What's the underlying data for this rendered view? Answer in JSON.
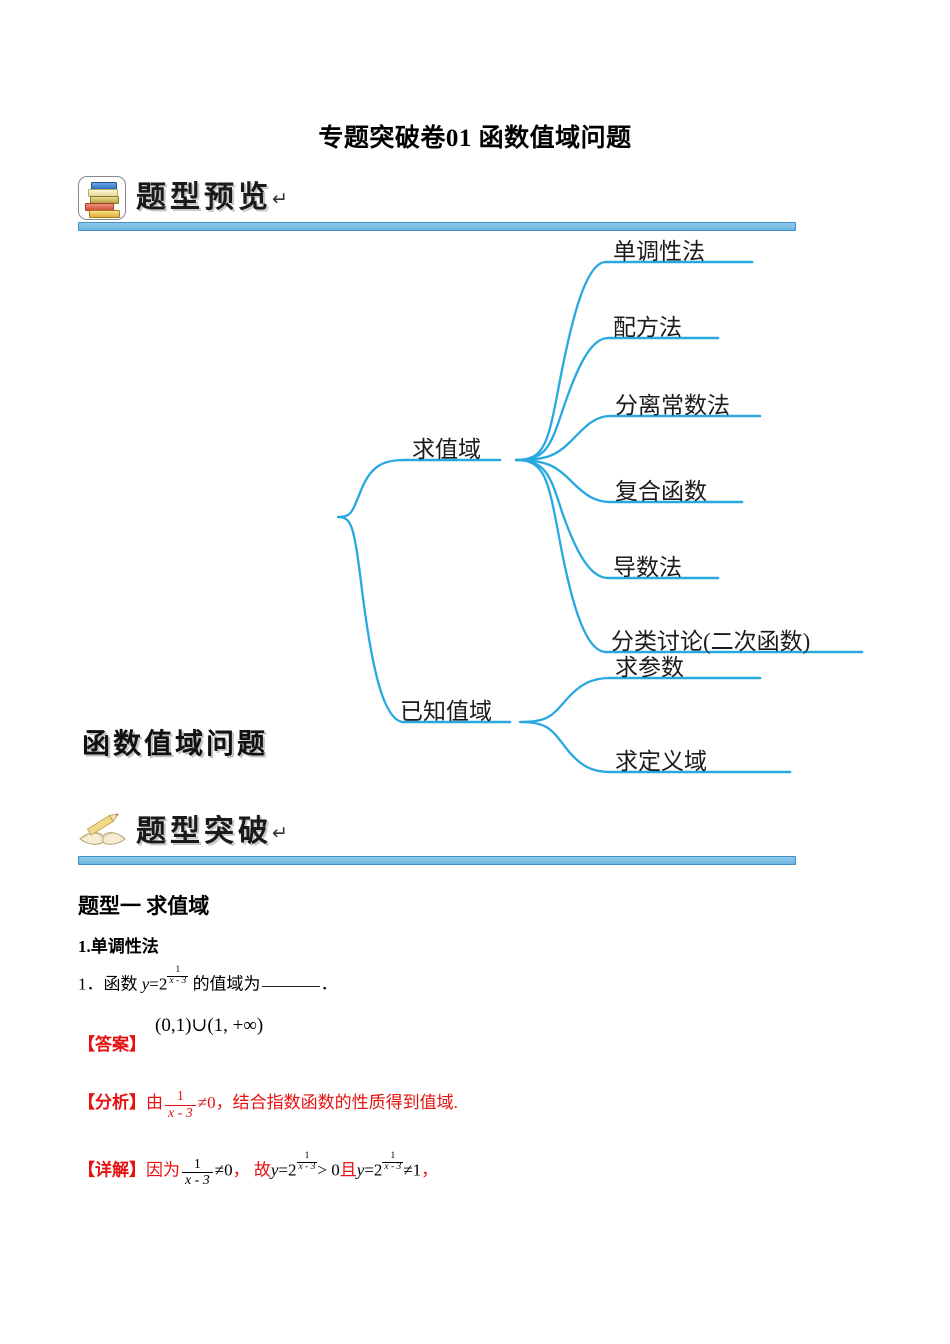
{
  "document": {
    "title": "专题突破卷01 函数值域问题"
  },
  "sections": [
    {
      "icon": "book-stack-icon",
      "label": "题型预览",
      "pilcrow": "↵"
    },
    {
      "icon": "open-book-pencil-icon",
      "label": "题型突破",
      "pilcrow": "↵"
    }
  ],
  "mindmap": {
    "root": "函数值域问题",
    "branches": [
      {
        "label": "求值域",
        "children": [
          "单调性法",
          "配方法",
          "分离常数法",
          "复合函数",
          "导数法",
          "分类讨论(二次函数)"
        ]
      },
      {
        "label": "已知值域",
        "children": [
          "求参数",
          "求定义域"
        ]
      }
    ],
    "line_color": "#29a8e0"
  },
  "content": {
    "question_type_heading": "题型一 求值域",
    "method_heading": "1.单调性法",
    "problem": {
      "number": "1．",
      "text_before": "函数",
      "y_label": "y",
      "equals": "=",
      "base": "2",
      "exp_num": "1",
      "exp_den": "x - 3",
      "text_after": "的值域为",
      "period": "．"
    },
    "answer": {
      "tag": "【答案】",
      "value": "(0,1)∪(1, +∞)"
    },
    "analysis": {
      "tag": "【分析】",
      "part1": "由",
      "frac_num": "1",
      "frac_den": "x - 3",
      "neq": "≠0",
      "part2": "，结合指数函数的性质得到值域."
    },
    "solution": {
      "tag": "【详解】",
      "part1": "因为",
      "frac_num": "1",
      "frac_den": "x - 3",
      "neq": "≠0",
      "comma": "，",
      "part2": "故",
      "y1": "y",
      "eq1": "=",
      "base1": "2",
      "e1num": "1",
      "e1den": "x - 3",
      "gt": "> 0",
      "part3": "且",
      "y2": "y",
      "eq2": "=",
      "base2": "2",
      "e2num": "1",
      "e2den": "x - 3",
      "neq1": "≠1",
      "tail": "，"
    }
  }
}
